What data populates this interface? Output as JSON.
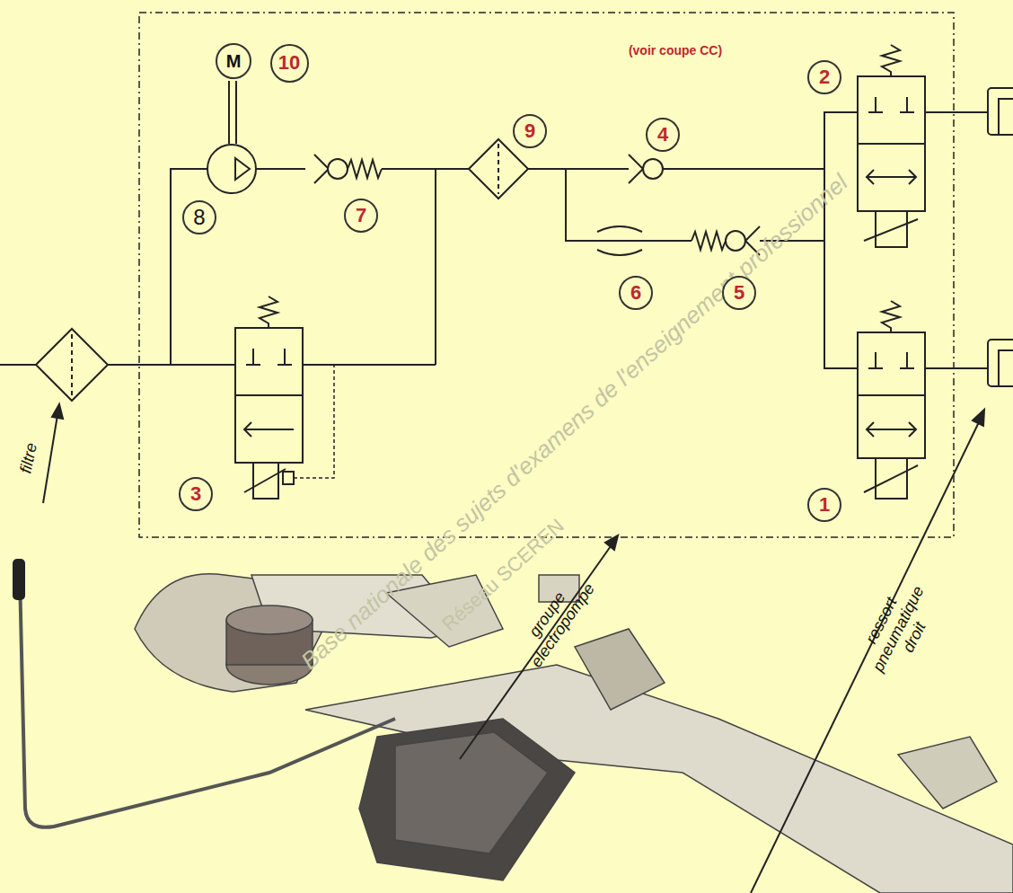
{
  "diagram": {
    "nodes": [
      {
        "text": [
          "M"
        ]
      },
      {
        "text": [
          "10"
        ]
      },
      {
        "text": [
          "2"
        ]
      },
      {
        "text": [
          "9"
        ]
      },
      {
        "text": [
          "4"
        ]
      },
      {
        "text": [
          "7"
        ]
      },
      {
        "text": [
          "8"
        ]
      },
      {
        "text": [
          "6"
        ]
      },
      {
        "text": [
          "5"
        ]
      },
      {
        "text": [
          "3"
        ]
      },
      {
        "text": [
          "1"
        ]
      }
    ],
    "labels": [
      "(voir coupe CC)",
      "filtre",
      "groupe electropompe",
      "ressort pneumatique droit",
      "Base nationale des sujets d'examens de l'enseignement professionnel",
      "Réseau SCEREN"
    ]
  }
}
